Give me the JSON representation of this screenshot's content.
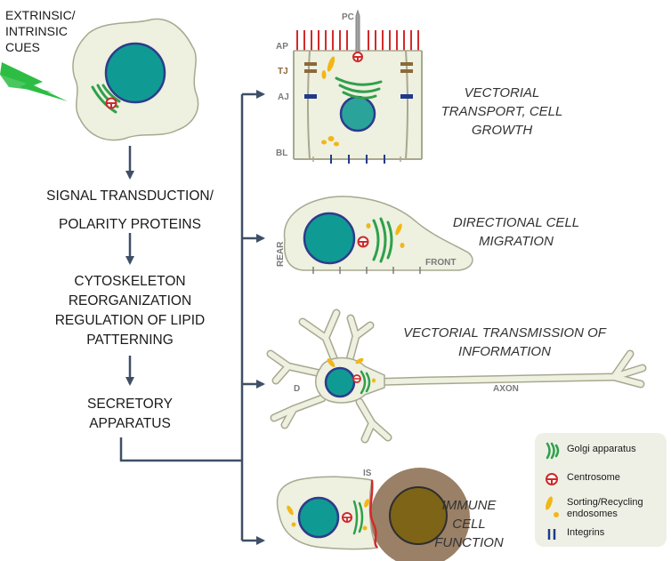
{
  "cues": [
    "EXTRINSIC/",
    "INTRINSIC",
    "CUES"
  ],
  "steps": [
    [
      "SIGNAL TRANSDUCTION/",
      "POLARITY PROTEINS"
    ],
    [
      "CYTOSKELETON",
      "REORGANIZATION",
      "REGULATION OF LIPID",
      "PATTERNING"
    ],
    [
      "SECRETORY",
      "APPARATUS"
    ]
  ],
  "functions": {
    "vectorial": [
      "VECTORIAL",
      "TRANSPORT, CELL",
      "GROWTH"
    ],
    "migration": [
      "DIRECTIONAL CELL",
      "MIGRATION"
    ],
    "neuron": [
      "VECTORIAL TRANSMISSION OF",
      "INFORMATION"
    ],
    "immune": [
      "IMMUNE",
      "CELL",
      "FUNCTION"
    ]
  },
  "tags": {
    "pc": "PC",
    "ap": "AP",
    "tj": "TJ",
    "aj": "AJ",
    "bl": "BL",
    "rear": "REAR",
    "front": "FRONT",
    "d": "D",
    "axon": "AXON",
    "is": "IS"
  },
  "legend": [
    {
      "icon": "golgi-icon",
      "label": [
        "Golgi apparatus"
      ]
    },
    {
      "icon": "centrosome-icon",
      "label": [
        "Centrosome"
      ]
    },
    {
      "icon": "endosome-icon",
      "label": [
        "Sorting/Recycling",
        "endosomes"
      ]
    },
    {
      "icon": "integrin-icon",
      "label": [
        "Integrins"
      ]
    }
  ],
  "colors": {
    "cell_fill": "#eef0e0",
    "cell_outline": "#a8a890",
    "nucleus": "#0f9b93",
    "nucleus_border": "#2e3b8c",
    "golgi": "#2fa04a",
    "centrosome": "#cc2a2a",
    "endosome": "#f2b714",
    "integrin": "#1f3a8a",
    "arrow": "#3f4f66",
    "microvilli": "#d42a2a",
    "lightning": "#2dbd44",
    "junction": "#8a6a3a",
    "synapse": "#d42a2a",
    "target_cell": "#9a8066",
    "target_nucleus": "#7d6416"
  }
}
